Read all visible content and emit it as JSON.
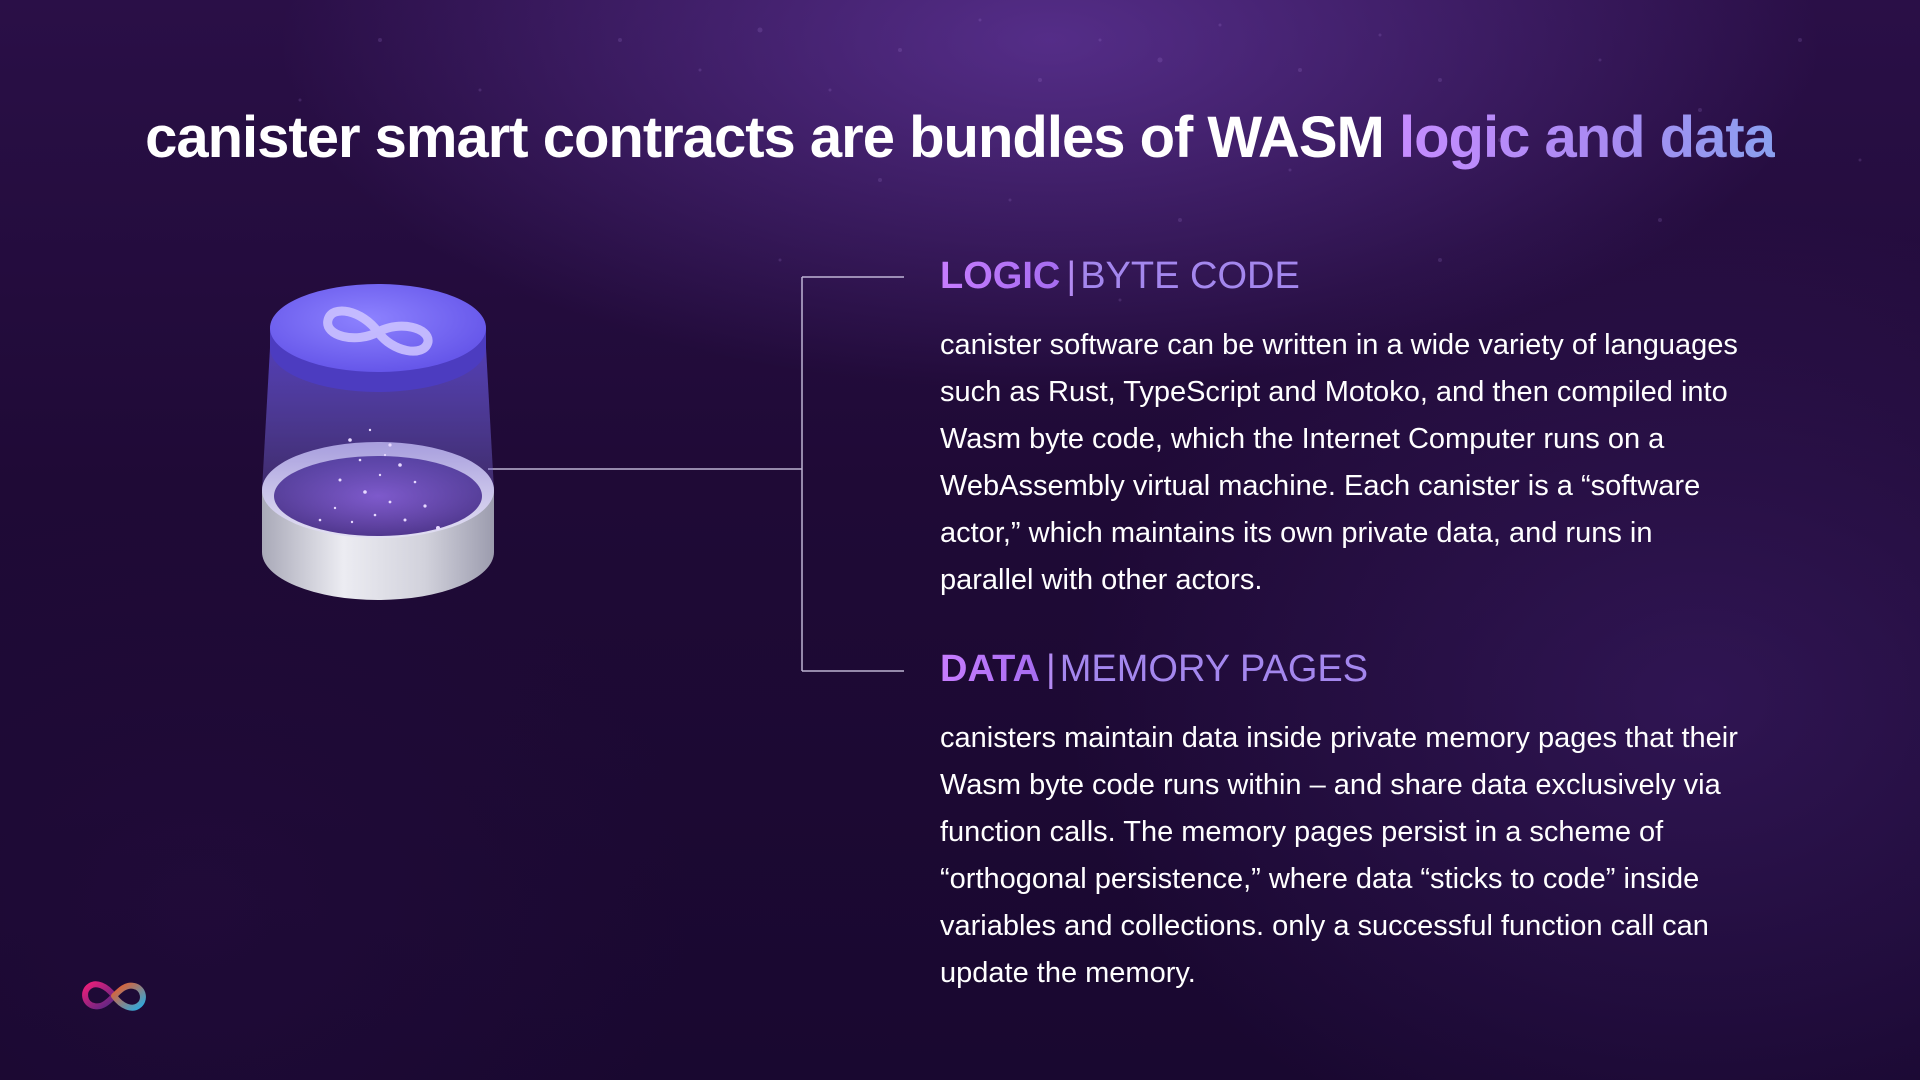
{
  "slide": {
    "title_main": "canister smart contracts are bundles of WASM ",
    "title_accent": "logic and data"
  },
  "sections": [
    {
      "heading_strong": "LOGIC",
      "heading_sep": "|",
      "heading_light": "BYTE CODE",
      "body": "canister software can be written in a wide variety of languages such as Rust, TypeScript and Motoko, and then compiled into Wasm byte code, which the Internet Computer runs on a WebAssembly virtual machine. Each canister is a “software actor,” which maintains its own private data, and runs in parallel with other actors."
    },
    {
      "heading_strong": "DATA",
      "heading_sep": "|",
      "heading_light": "MEMORY PAGES",
      "body": "canisters maintain data inside private memory pages that their Wasm byte code runs within – and share data exclusively via function calls. The memory pages persist in a scheme of “orthogonal persistence,” where data “sticks to code” inside variables and collections. only a successful function call can update the memory."
    }
  ],
  "icons": {
    "canister": "canister-icon",
    "infinity_top": "infinity-icon",
    "logo": "internet-computer-logo-icon"
  },
  "colors": {
    "background": "#1f0a36",
    "accent_purple": "#c77dff",
    "accent_lavender": "#a487ee",
    "accent_blue": "#8aa0f0",
    "canister_top": "#6b5bf0",
    "canister_base": "#d8d8e2"
  }
}
